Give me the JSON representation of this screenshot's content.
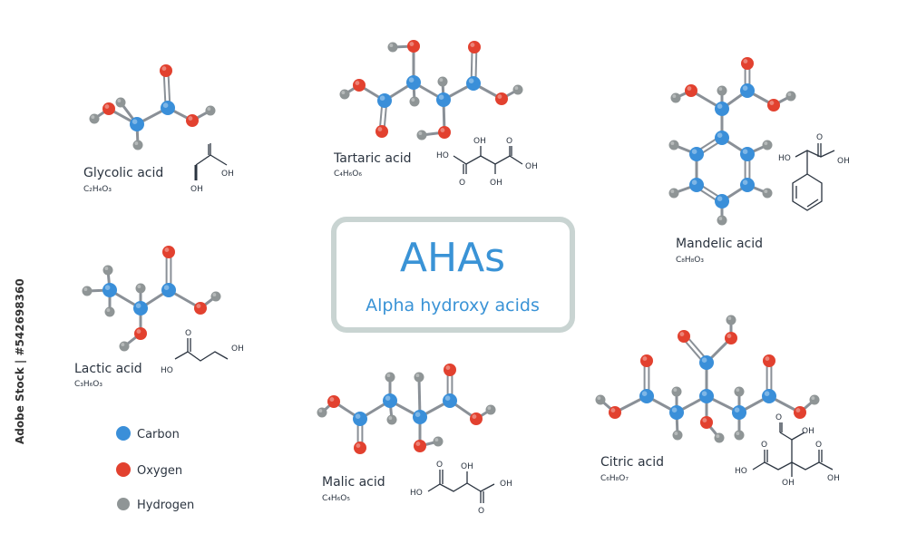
{
  "title": {
    "main": "AHAs",
    "sub": "Alpha hydroxy acids"
  },
  "colors": {
    "carbon": "#3a8fd9",
    "oxygen": "#e2412f",
    "hydrogen": "#8f9596",
    "bond": "#8a9097",
    "title": "#3a93d6",
    "box_border": "#c9d4d2"
  },
  "legend": [
    {
      "label": "Carbon",
      "atom": "carbon"
    },
    {
      "label": "Oxygen",
      "atom": "oxygen"
    },
    {
      "label": "Hydrogen",
      "atom": "hydrogen"
    }
  ],
  "molecules": {
    "glycolic": {
      "name": "Glycolic acid",
      "formula": "C₂H₄O₃"
    },
    "tartaric": {
      "name": "Tartaric acid",
      "formula": "C₄H₆O₆"
    },
    "mandelic": {
      "name": "Mandelic acid",
      "formula": "C₈H₈O₃"
    },
    "lactic": {
      "name": "Lactic acid",
      "formula": "C₃H₆O₃"
    },
    "malic": {
      "name": "Malic acid",
      "formula": "C₄H₆O₅"
    },
    "citric": {
      "name": "Citric acid",
      "formula": "C₆H₈O₇"
    }
  },
  "skeletal": {
    "oh": "OH",
    "ho": "HO"
  },
  "stock_id": "Adobe Stock | #542698360"
}
